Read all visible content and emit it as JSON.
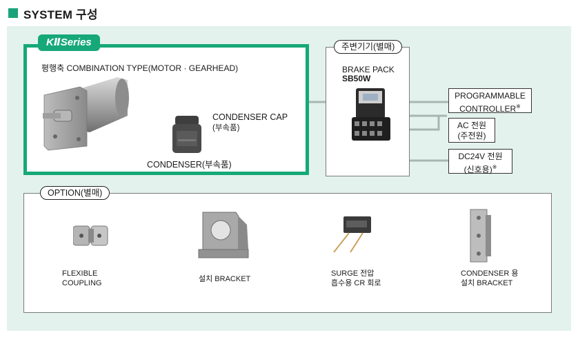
{
  "header": {
    "title": "SYSTEM 구성"
  },
  "kseries": {
    "badge": "KⅡSeries",
    "combination": "평행축 COMBINATION TYPE(MOTOR · GEARHEAD)",
    "cap_label": "CONDENSER CAP",
    "cap_sub": "(부속품)",
    "condenser_label": "CONDENSER(부속품)"
  },
  "peripheral": {
    "tag": "주변기기(별매)",
    "brake_title": "BRAKE PACK",
    "brake_model": "SB50W"
  },
  "outputs": {
    "plc_line1": "PROGRAMMABLE",
    "plc_line2": "CONTROLLER",
    "plc_mark": "※",
    "ac_line1": "AC 전원",
    "ac_line2": "(주전원)",
    "dc_line1": "DC24V 전원",
    "dc_line2": "(신호용)",
    "dc_mark": "※"
  },
  "option": {
    "tag": "OPTION(별매)",
    "items": [
      {
        "line1": "FLEXIBLE",
        "line2": "COUPLING"
      },
      {
        "line1": "설치 BRACKET",
        "line2": ""
      },
      {
        "line1": "SURGE 전압",
        "line2": "흡수용 CR 회로"
      },
      {
        "line1": "CONDENSER 용",
        "line2": "설치 BRACKET"
      }
    ]
  },
  "colors": {
    "accent": "#16a878",
    "panel": "#e3f2ec",
    "wire": "#a9b5b1"
  }
}
